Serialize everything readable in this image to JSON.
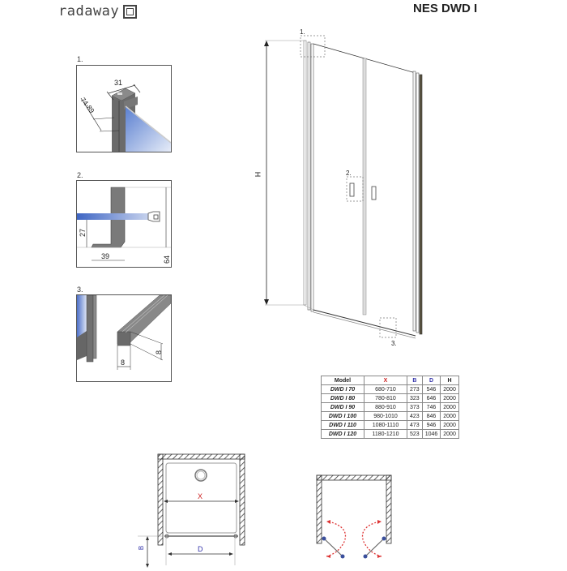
{
  "header": {
    "brand": "radaway",
    "product_title": "NES DWD I"
  },
  "details": [
    {
      "label": "1.",
      "dimensions": {
        "width": "31",
        "depth": "74-89"
      }
    },
    {
      "label": "2.",
      "dimensions": {
        "height_low": "27",
        "width": "39",
        "height_total": "64"
      }
    },
    {
      "label": "3.",
      "dimensions": {
        "width": "8",
        "height": "8"
      }
    }
  ],
  "main_drawing": {
    "height_label": "H",
    "callouts": [
      "1.",
      "2.",
      "3."
    ]
  },
  "spec_table": {
    "headers": [
      "Model",
      "X",
      "B",
      "D",
      "H"
    ],
    "header_colors": {
      "X": "#cc2222",
      "B": "#3333aa",
      "D": "#3333aa"
    },
    "rows": [
      [
        "DWD I 70",
        "680-710",
        "273",
        "546",
        "2000"
      ],
      [
        "DWD I 80",
        "780-810",
        "323",
        "646",
        "2000"
      ],
      [
        "DWD I 90",
        "880-910",
        "373",
        "746",
        "2000"
      ],
      [
        "DWD I 100",
        "980-1010",
        "423",
        "846",
        "2000"
      ],
      [
        "DWD I 110",
        "1080-1110",
        "473",
        "946",
        "2000"
      ],
      [
        "DWD I 120",
        "1180-1210",
        "523",
        "1046",
        "2000"
      ]
    ]
  },
  "plan_view": {
    "x_label": "X",
    "b_label": "B",
    "d_label": "D"
  },
  "colors": {
    "dimension_red": "#cc2222",
    "dimension_blue": "#3333aa",
    "frame_gray": "#555555",
    "glass_blue": "#6f8fd6",
    "swing_arrow_red": "#dd3333"
  }
}
